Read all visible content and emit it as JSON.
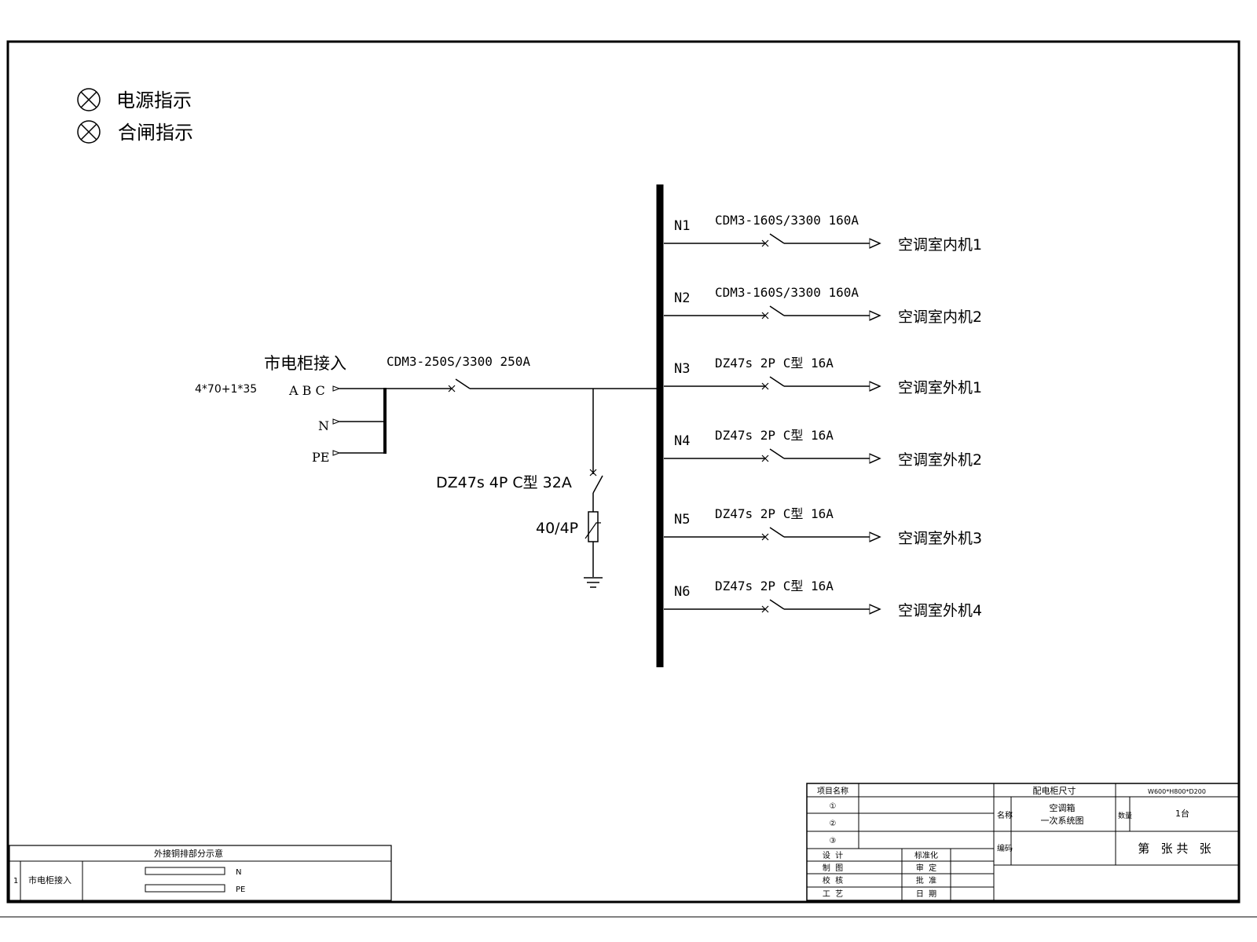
{
  "legend": [
    {
      "icon": "indicator-lamp-icon",
      "label": "电源指示"
    },
    {
      "icon": "indicator-lamp-icon",
      "label": "合闸指示"
    }
  ],
  "incoming": {
    "title": "市电柜接入",
    "cable": "4*70+1*35",
    "phases": "A B C",
    "neutral": "N",
    "earth": "PE",
    "main_breaker": "CDM3-250S/3300 250A"
  },
  "spd": {
    "breaker": "DZ47s 4P C型 32A",
    "arrester": "40/4P"
  },
  "feeders": [
    {
      "id": "N1",
      "breaker": "CDM3-160S/3300 160A",
      "load": "空调室内机1"
    },
    {
      "id": "N2",
      "breaker": "CDM3-160S/3300 160A",
      "load": "空调室内机2"
    },
    {
      "id": "N3",
      "breaker": "DZ47s 2P C型 16A",
      "load": "空调室外机1"
    },
    {
      "id": "N4",
      "breaker": "DZ47s 2P C型 16A",
      "load": "空调室外机2"
    },
    {
      "id": "N5",
      "breaker": "DZ47s 2P C型 16A",
      "load": "空调室外机3"
    },
    {
      "id": "N6",
      "breaker": "DZ47s 2P C型 16A",
      "load": "空调室外机4"
    }
  ],
  "busbar_table": {
    "title": "外接铜排部分示意",
    "index": "1",
    "row_label": "市电柜接入",
    "bar_labels": [
      "N",
      "PE"
    ]
  },
  "title_block": {
    "project_name_label": "项目名称",
    "rows_left": [
      "①",
      "②",
      "③"
    ],
    "cabinet_size_label": "配电柜尺寸",
    "cabinet_size_value": "W600*H800*D200",
    "name_label": "名称",
    "name_value_line1": "空调箱",
    "name_value_line2": "一次系统图",
    "qty_label": "数量",
    "qty_value": "1台",
    "code_label": "编码",
    "sheet": "第   张 共   张",
    "signoff": [
      {
        "left": "设  计",
        "right": "标准化"
      },
      {
        "left": "制  图",
        "right": "审  定"
      },
      {
        "left": "校  核",
        "right": "批  准"
      },
      {
        "left": "工  艺",
        "right": "日  期"
      }
    ]
  }
}
